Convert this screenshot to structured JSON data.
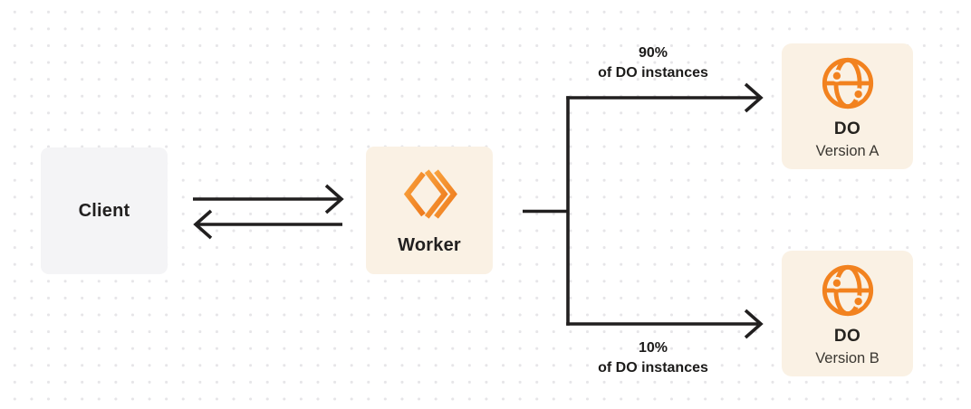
{
  "diagram": {
    "client": {
      "label": "Client"
    },
    "worker": {
      "label": "Worker"
    },
    "do_version_a": {
      "title": "DO",
      "subtitle": "Version A"
    },
    "do_version_b": {
      "title": "DO",
      "subtitle": "Version B"
    },
    "route_top": {
      "percent": "90%",
      "caption": "of DO instances"
    },
    "route_bottom": {
      "percent": "10%",
      "caption": "of DO instances"
    }
  },
  "icons": {
    "worker_icon": "workers-chevrons-icon",
    "do_icon": "globe-icon"
  },
  "colors": {
    "accent_orange": "#F2821F",
    "worker_gradient_start": "#F8A13C",
    "worker_gradient_end": "#EE7A1D",
    "panel_cream": "#FAF1E4",
    "panel_gray": "#F4F4F6",
    "line_dark": "#211F1F",
    "background": "#FFFFFF",
    "dot_grid": "#E6E5E8"
  }
}
